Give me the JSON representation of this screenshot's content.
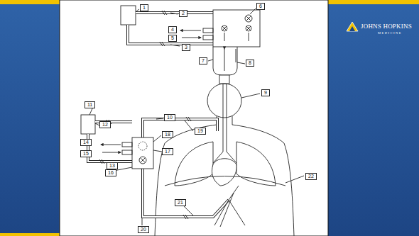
{
  "diagram": {
    "labels": [
      "1",
      "2",
      "3",
      "4",
      "5",
      "6",
      "7",
      "8",
      "9",
      "10",
      "11",
      "12",
      "13",
      "14",
      "15",
      "16",
      "17",
      "18",
      "19",
      "20",
      "21",
      "22",
      "JOHNS HOPKINS",
      "MEDICINE"
    ]
  }
}
